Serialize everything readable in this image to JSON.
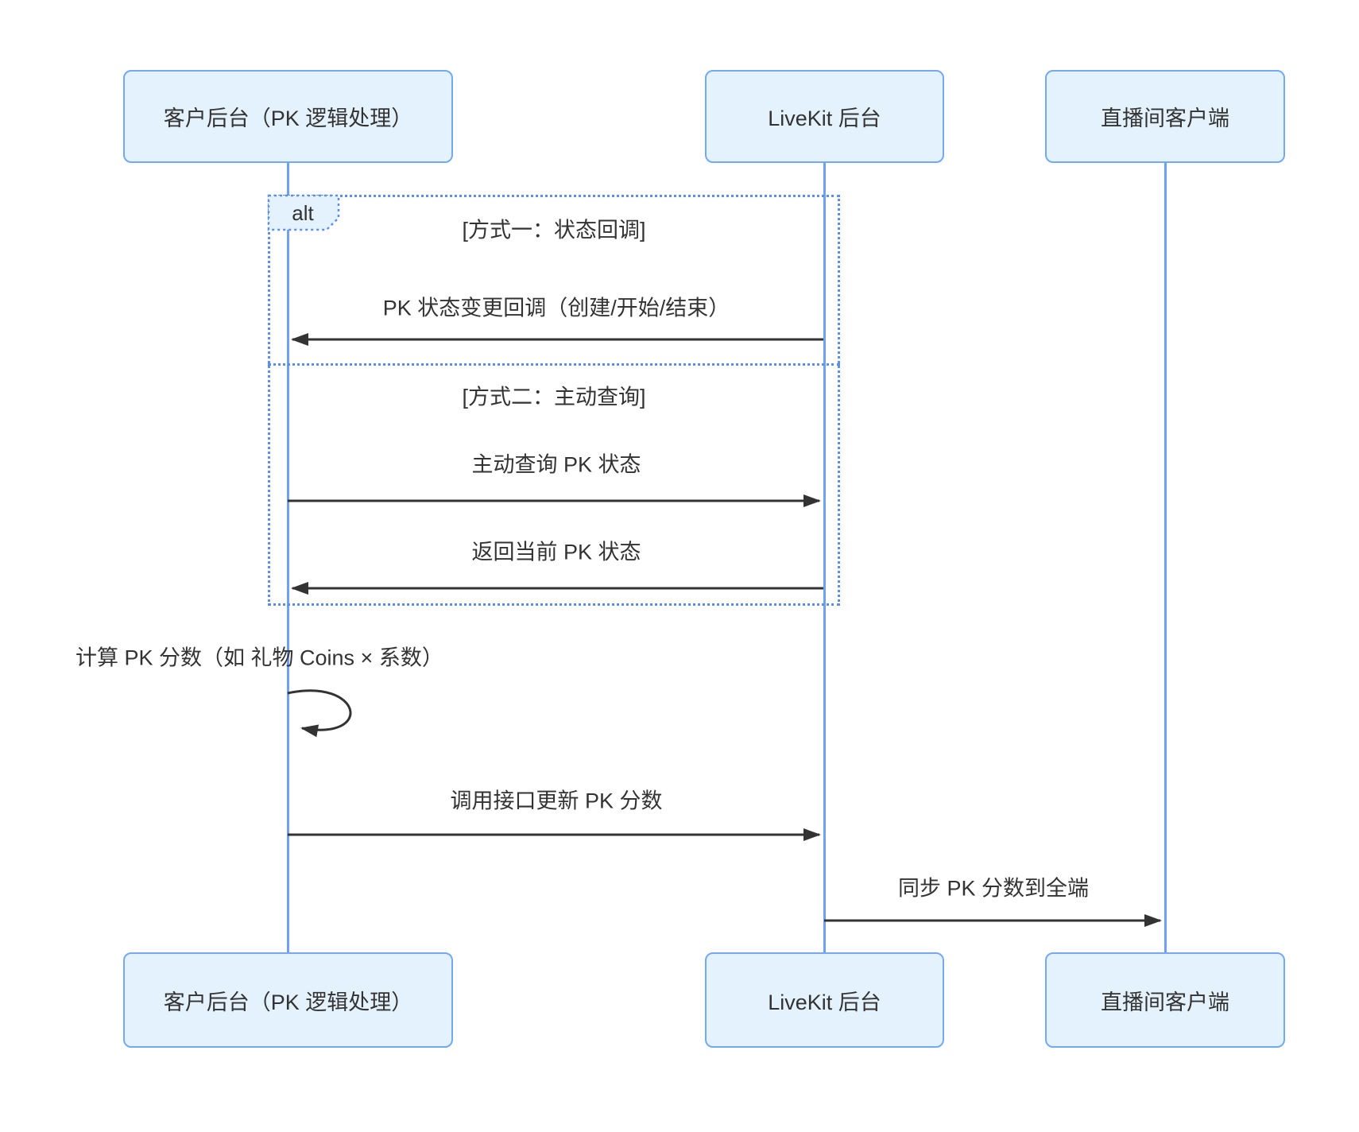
{
  "diagram_type": "sequence-diagram",
  "actors": [
    {
      "id": "customer-backend",
      "label": "客户后台（PK 逻辑处理）"
    },
    {
      "id": "livekit-backend",
      "label": "LiveKit 后台"
    },
    {
      "id": "live-room-client",
      "label": "直播间客户端"
    }
  ],
  "alt_frame": {
    "keyword": "alt",
    "section1_label": "[方式一：状态回调]",
    "section2_label": "[方式二：主动查询]"
  },
  "messages": {
    "status_callback": {
      "from": "livekit-backend",
      "to": "customer-backend",
      "text": "PK 状态变更回调（创建/开始/结束）"
    },
    "query_status": {
      "from": "customer-backend",
      "to": "livekit-backend",
      "text": "主动查询 PK 状态"
    },
    "return_status": {
      "from": "livekit-backend",
      "to": "customer-backend",
      "text": "返回当前 PK 状态"
    },
    "calc_score": {
      "from": "customer-backend",
      "to": "customer-backend",
      "self": true,
      "text": "计算 PK 分数（如 礼物 Coins × 系数）"
    },
    "update_score": {
      "from": "customer-backend",
      "to": "livekit-backend",
      "text": "调用接口更新 PK 分数"
    },
    "sync_score": {
      "from": "livekit-backend",
      "to": "live-room-client",
      "text": "同步 PK 分数到全端"
    }
  },
  "colors": {
    "actor_fill": "#E4F2FD",
    "actor_border": "#74A9F2",
    "lifeline": "#6FA0F2",
    "frame_border": "#5C8EF0",
    "arrow": "#333333",
    "text": "#333333"
  }
}
